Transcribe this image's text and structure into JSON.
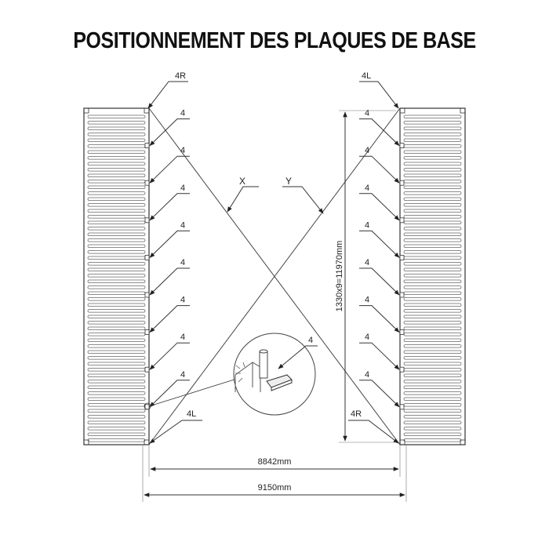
{
  "title": "POSITIONNEMENT DES PLAQUES DE BASE",
  "corner_labels": {
    "left_top": "4R",
    "right_top": "4L",
    "left_bottom": "4L",
    "right_bottom": "4R"
  },
  "plate_label": "4",
  "diagonal_labels": {
    "x": "X",
    "y": "Y"
  },
  "dimensions": {
    "vertical": "1330x9=11970mm",
    "inner_width": "8842mm",
    "outer_width": "9150mm"
  },
  "detail_label": "4",
  "colors": {
    "line": "#333333",
    "text": "#111111",
    "background": "#ffffff"
  }
}
